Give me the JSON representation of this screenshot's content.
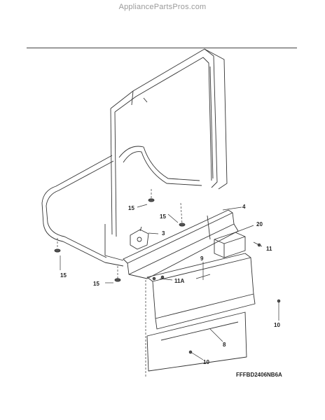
{
  "watermark": "AppliancePartsPros.com",
  "figure_code": "FFFBD2406NB6A",
  "callouts": {
    "c4": "4",
    "c20": "20",
    "c3": "3",
    "c11": "11",
    "c11a": "11A",
    "c9": "9",
    "c8": "8",
    "c10a": "10",
    "c10b": "10",
    "c15a": "15",
    "c15b": "15",
    "c15c": "15",
    "c15d": "15"
  }
}
